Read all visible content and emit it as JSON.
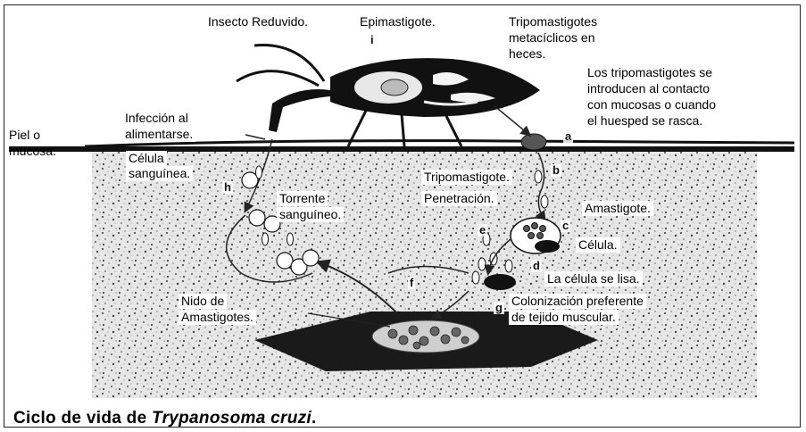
{
  "figure": {
    "caption_prefix": "Ciclo de vida de ",
    "caption_species": "Trypanosoma cruzi",
    "caption_suffix": ".",
    "labels": {
      "insecto": "Insecto Reduvido.",
      "epimastigote": "Epimastigote.",
      "tripo_metaciclicos_1": "Tripomastigotes",
      "tripo_metaciclicos_2": "metacíclicos en",
      "tripo_metaciclicos_3": "heces.",
      "introducen_1": "Los tripomastigotes se",
      "introducen_2": "introducen al contacto",
      "introducen_3": "con mucosas o cuando",
      "introducen_4": "el huesped se rasca.",
      "infeccion_1": "Infección al",
      "infeccion_2": "alimentarse.",
      "piel_1": "Piel o",
      "piel_2": "mucosa.",
      "celula_sang_1": "Célula",
      "celula_sang_2": "sanguínea.",
      "torrente_1": "Torrente",
      "torrente_2": "sanguíneo.",
      "tripomastigote": "Tripomastigote.",
      "penetracion": "Penetración.",
      "amastigote": "Amastigote.",
      "celula": "Célula.",
      "lisa": "La célula se lisa.",
      "nido_1": "Nido de",
      "nido_2": "Amastigotes.",
      "colonizacion_1": "Colonización preferente",
      "colonizacion_2": "de tejido muscular."
    },
    "stages": {
      "a": "a",
      "b": "b",
      "c": "c",
      "d": "d",
      "e": "e",
      "f": "f",
      "g": "g",
      "h": "h",
      "i": "i"
    }
  }
}
